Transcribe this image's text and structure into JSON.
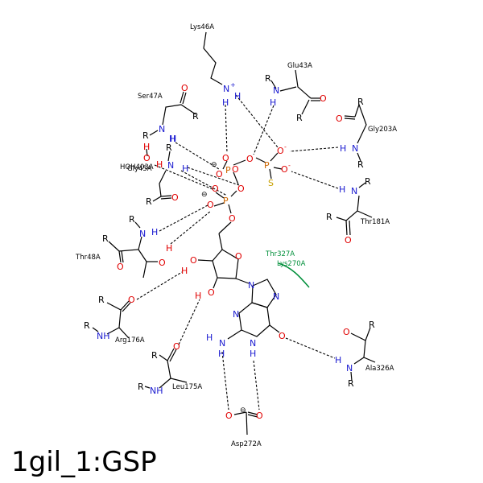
{
  "title": "1gil_1:GSP",
  "colors": {
    "carbon": "#000000",
    "nitrogen": "#1a1ad0",
    "oxygen": "#e00000",
    "sulfur": "#c8a000",
    "hydrophobic": "#008f3a"
  },
  "residues": {
    "lys46": "Lys46A",
    "glu43": "Glu43A",
    "ser47": "Ser47A",
    "gly203": "Gly203A",
    "hoh403": "HOH403A",
    "gly45": "Gly45A",
    "thr181": "Thr181A",
    "thr48": "Thr48A",
    "thr327": "Thr327A",
    "lys270": "Lys270A",
    "arg176": "Arg176A",
    "ala326": "Ala326A",
    "leu175": "Leu175A",
    "asp272": "Asp272A"
  },
  "glyphs": {
    "R": "R",
    "O": "O",
    "N": "N",
    "H": "H",
    "P": "P",
    "S": "S",
    "NH": "NH",
    "plus": "+",
    "minus": "⊖"
  }
}
